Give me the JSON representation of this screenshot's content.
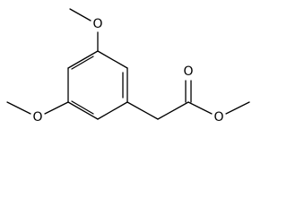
{
  "molecule": {
    "atoms": {
      "o_top": "O",
      "o_left": "O",
      "o_carbonyl": "O",
      "o_ester": "O"
    },
    "colors": {
      "bond": "#000000",
      "label": "#000000",
      "background": "#ffffff"
    }
  }
}
